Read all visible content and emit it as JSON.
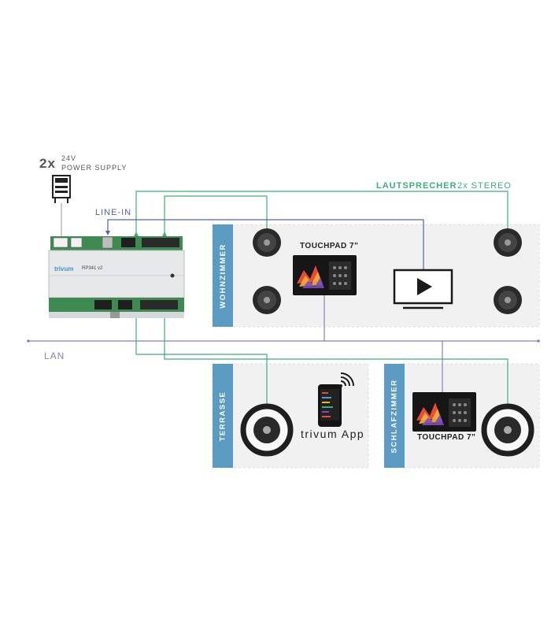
{
  "power_supply": {
    "count": "2x",
    "voltage": "24V",
    "name": "POWER SUPPLY"
  },
  "labels": {
    "line_in": "LINE-IN",
    "lan": "LAN",
    "lautsprecher": "LAUTSPRECHER",
    "stereo": "2x STEREO",
    "touchpad_main": "TOUCHPAD 7\"",
    "touchpad_schlafzimmer": "TOUCHPAD 7\"",
    "app": "trivum App"
  },
  "rooms": {
    "wohnzimmer": "WOHNZIMMER",
    "terrasse": "TERRASSE",
    "schlafzimmer": "SCHLAFZIMMER"
  },
  "device": {
    "brand": "trivum",
    "model": "RP341 v2"
  },
  "colors": {
    "speaker_line": "#3fae79",
    "line_in": "#5561a8",
    "lan": "#8b7fb8",
    "room_tab": "#5b9bc1",
    "room_bg": "#f1f1f1"
  },
  "icons": [
    "power-supply-icon",
    "speaker-icon",
    "tv-play-icon",
    "touchpad-icon",
    "smartphone-icon",
    "wifi-icon"
  ]
}
